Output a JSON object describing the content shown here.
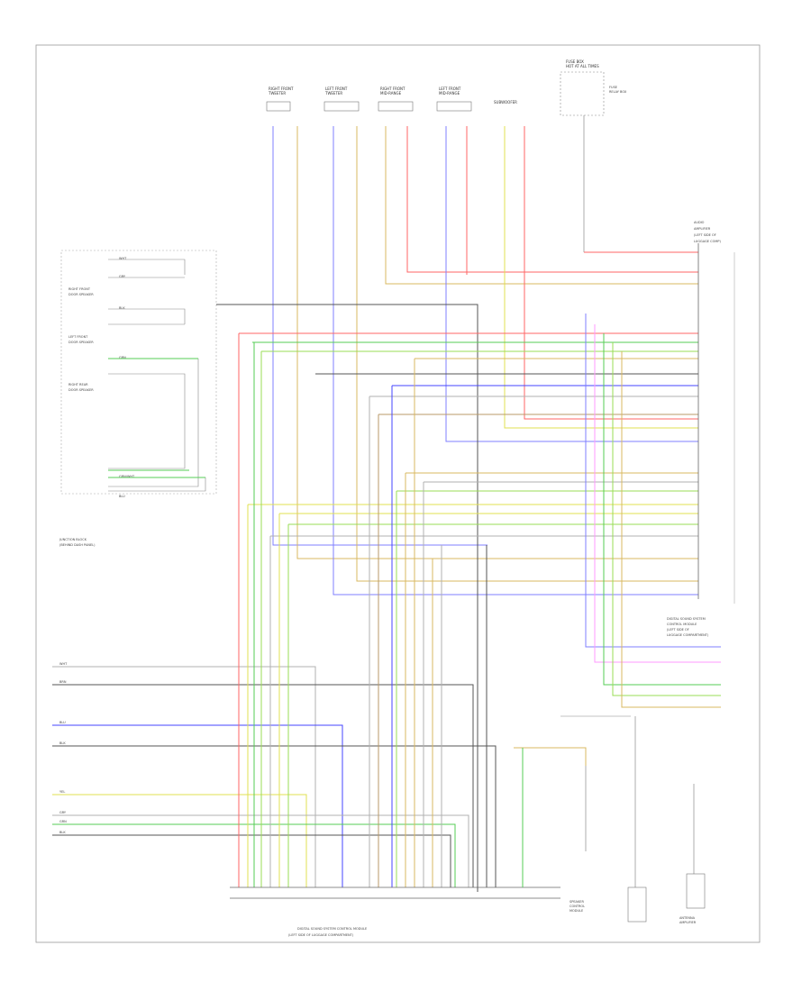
{
  "diagram": {
    "figure_code": "",
    "top_speakers": [
      {
        "title": "RIGHT FRONT\nTWEETER"
      },
      {
        "title": "LEFT FRONT\nTWEETER"
      },
      {
        "title": "RIGHT FRONT\nMID-RANGE"
      },
      {
        "title": "LEFT FRONT\nMID-RANGE"
      },
      {
        "title": "SUBWOOFER"
      }
    ],
    "fuse_box": {
      "title": "FUSE BOX\nHOT AT ALL TIMES",
      "note": "FUSE\nRELAY BOX"
    },
    "left_block": {
      "lines": [
        "RIGHT FRONT",
        "DOOR SPEAKER",
        "LEFT FRONT",
        "DOOR SPEAKER",
        "RIGHT REAR",
        "DOOR SPEAKER"
      ],
      "bottom_lines": [
        "JUNCTION BLOCK",
        "(BEHIND DASH PANEL)"
      ],
      "wire_labels": [
        "WHT",
        "GRY",
        "BLK",
        "GRN",
        "GRN/WHT",
        "BLU"
      ]
    },
    "module_label": [
      "DIGITAL SOUND SYSTEM",
      "CONTROL MODULE",
      "(LEFT SIDE OF",
      "LUGGAGE COMPARTMENT)"
    ],
    "upper_right_module": [
      "AUDIO",
      "AMPLIFIER",
      "(LEFT SIDE OF",
      "LUGGAGE COMP)"
    ],
    "bottom_module": [
      "DIGITAL SOUND SYSTEM CONTROL MODULE",
      "(LEFT SIDE OF LUGGAGE COMPARTMENT)"
    ],
    "left_wire_labels": [
      "WHT",
      "BRN",
      "BLU",
      "BLK",
      "YEL",
      "GRY",
      "GRN",
      "BLK"
    ],
    "bottom_right_components": [
      {
        "label": "SPEAKER\nCONTROL\nMODULE"
      },
      {
        "label": "ANTENNA\nAMPLIFIER"
      }
    ],
    "colors": {
      "violet": "#7f7fff",
      "green": "#55cc55",
      "yellow": "#e0e050",
      "orange": "#d9b860",
      "red": "#ff6666",
      "blue": "#4444ff",
      "black": "#555555",
      "gray": "#b0b0b0",
      "brown": "#b89a6a",
      "pink": "#ff99ff",
      "lightgreen": "#99dd55",
      "cyan": "#66dddd"
    }
  }
}
